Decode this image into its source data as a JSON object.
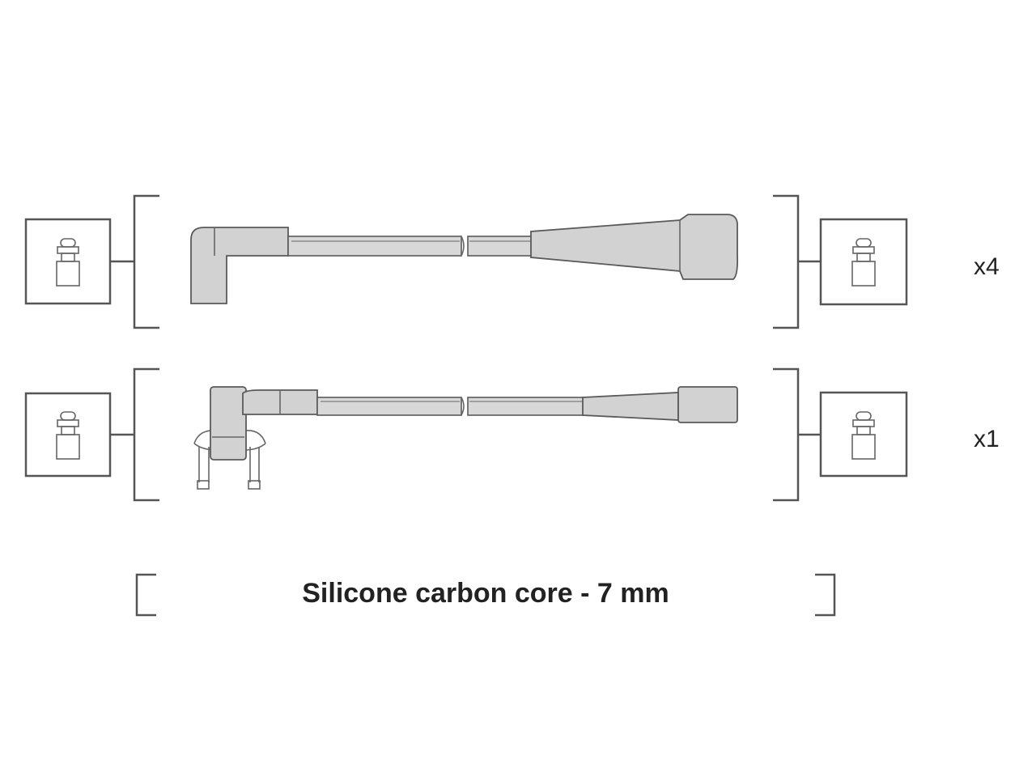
{
  "rows": [
    {
      "quantity": "x4"
    },
    {
      "quantity": "x1"
    }
  ],
  "caption": "Silicone carbon core - 7 mm",
  "colors": {
    "line": "#555555",
    "part_fill": "#d2d2d2",
    "background": "#ffffff"
  },
  "icons": [
    "spark-plug-icon",
    "ignition-coil-icon"
  ]
}
